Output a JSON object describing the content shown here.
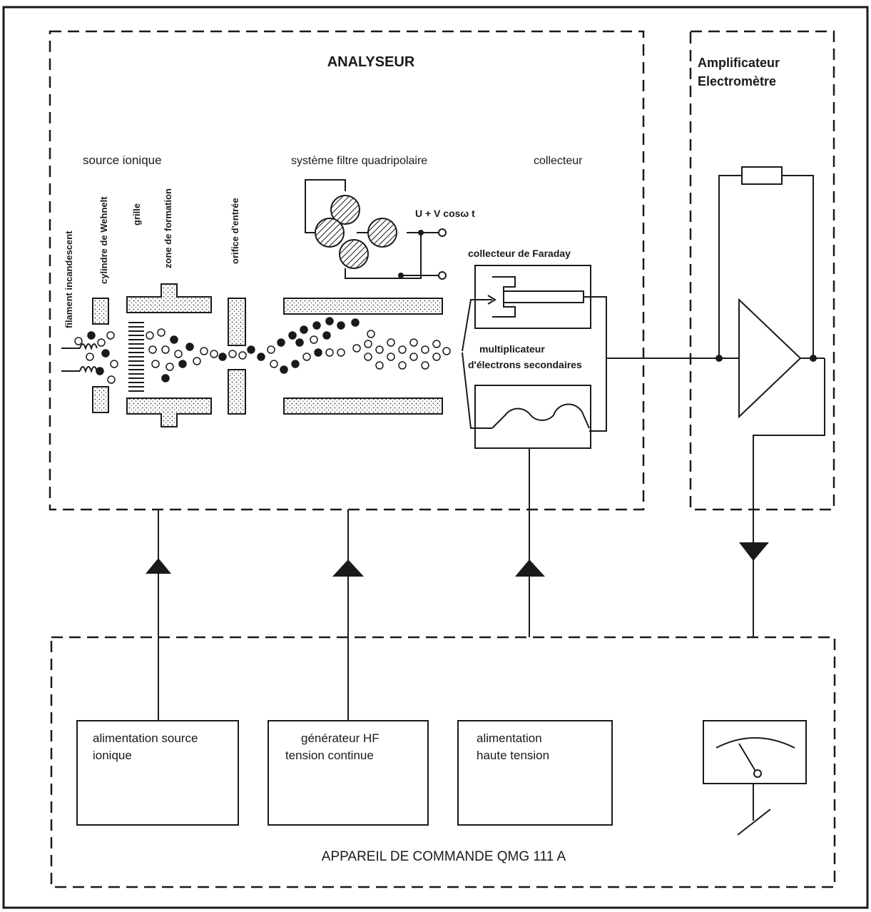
{
  "analyzer": {
    "title": "ANALYSEUR",
    "section_source": "source ionique",
    "section_filter": "système filtre quadripolaire",
    "section_collector": "collecteur",
    "lbl_filament": "filament incandescent",
    "lbl_wehnelt": "cylindre de Wehnelt",
    "lbl_grid": "grille",
    "lbl_formation": "zone de formation",
    "lbl_orifice": "orifice d'entrée",
    "voltage_formula": "U + V cosω t",
    "faraday": "collecteur de Faraday",
    "multiplier_line1": "multiplicateur",
    "multiplier_line2": "d'électrons secondaires"
  },
  "amplifier": {
    "line1": "Amplificateur",
    "line2": "Electromètre"
  },
  "control": {
    "title": "APPAREIL DE COMMANDE QMG 111 A",
    "box1_line1": "alimentation source",
    "box1_line2": "ionique",
    "box2_line1": "générateur HF",
    "box2_line2": "tension continue",
    "box3_line1": "alimentation",
    "box3_line2": "haute tension"
  },
  "colors": {
    "ink": "#1a1a1a",
    "paper": "#ffffff"
  }
}
